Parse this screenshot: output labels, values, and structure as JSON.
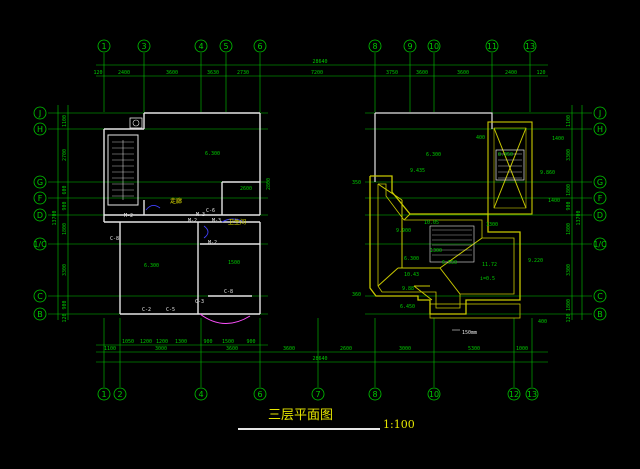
{
  "drawing": {
    "title": "三层平面图",
    "scale": "1:100",
    "colors": {
      "background": "#000000",
      "dimension": "#00c800",
      "wall": "#e6e6e6",
      "label": "#e6e600",
      "roof": "#c8c800",
      "door": "#ff50ff",
      "opening": "#4040ff"
    }
  },
  "axes": {
    "top": [
      "1",
      "3",
      "4",
      "5",
      "6",
      "8",
      "9",
      "10",
      "11",
      "13"
    ],
    "bottom": [
      "1",
      "2",
      "4",
      "6",
      "7",
      "8",
      "10",
      "12",
      "13"
    ],
    "left": [
      "J",
      "H",
      "G",
      "F",
      "D",
      "1/C",
      "C",
      "B"
    ],
    "right": [
      "J",
      "H",
      "G",
      "F",
      "D",
      "1/C",
      "C",
      "B"
    ]
  },
  "dimensions": {
    "overall_top": "28640",
    "overall_bottom": "28640",
    "top_chain": [
      "2400",
      "3600",
      "3630",
      "2730",
      "7200",
      "3750",
      "3600",
      "3600",
      "2400"
    ],
    "top_edge": [
      "120",
      "120"
    ],
    "bottom_chain": [
      "1100",
      "3000",
      "3600",
      "3600",
      "2600",
      "3000",
      "5300",
      "1000"
    ],
    "bottom_small": [
      "1050",
      "1200",
      "1200",
      "1300",
      "900",
      "1500",
      "900"
    ],
    "left_chain": [
      "1100",
      "2700",
      "600",
      "900",
      "1800",
      "3300",
      "900",
      "120"
    ],
    "left_total": "13700",
    "right_chain": [
      "1100",
      "3300",
      "1800",
      "900",
      "1800",
      "3300",
      "1800",
      "120"
    ],
    "right_total": "13700"
  },
  "left_plan": {
    "labels": [
      "C-8",
      "M-2",
      "M-2",
      "C-6",
      "M-3",
      "M-2",
      "C-8",
      "C-2",
      "C-5",
      "C-3",
      "M-3"
    ],
    "level_upper": "6.300",
    "level_lower": "6.300",
    "note_a": "走廊",
    "note_b": "卫生间",
    "note_c": "2800",
    "note_d": "2600",
    "note_e": "1500"
  },
  "right_plan": {
    "levels": [
      "6.300",
      "9.435",
      "10.05",
      "9.900",
      "6.300",
      "10.43",
      "9.88",
      "6.450",
      "6.550",
      "11.72",
      "8.950",
      "9.860",
      "9.220"
    ],
    "callout": "i=0.5",
    "small_dims": [
      "400",
      "1400",
      "1400",
      "1300",
      "1300",
      "350",
      "360",
      "400"
    ],
    "stair_note": "150mm"
  }
}
